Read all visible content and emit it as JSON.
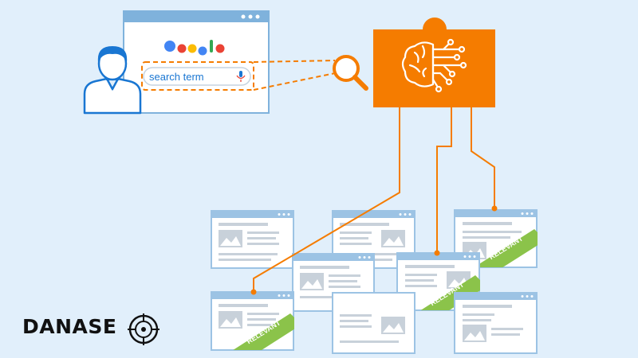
{
  "search": {
    "placeholder_text": "search term"
  },
  "badges": {
    "relevant": "RELEVANT"
  },
  "brand": {
    "name": "DANASE"
  },
  "colors": {
    "background": "#e1effb",
    "accent_orange": "#f57c00",
    "window_border": "#7fb2dc",
    "relevant_green": "#8bc34a",
    "search_blue": "#1976d2",
    "logo_dots": [
      "#4285f4",
      "#ea4335",
      "#fbbc05",
      "#4285f4",
      "#34a853",
      "#ea4335"
    ]
  },
  "icons": [
    "user-icon",
    "magnifier-icon",
    "brain-icon",
    "microphone-icon",
    "image-placeholder-icon",
    "target-icon"
  ]
}
